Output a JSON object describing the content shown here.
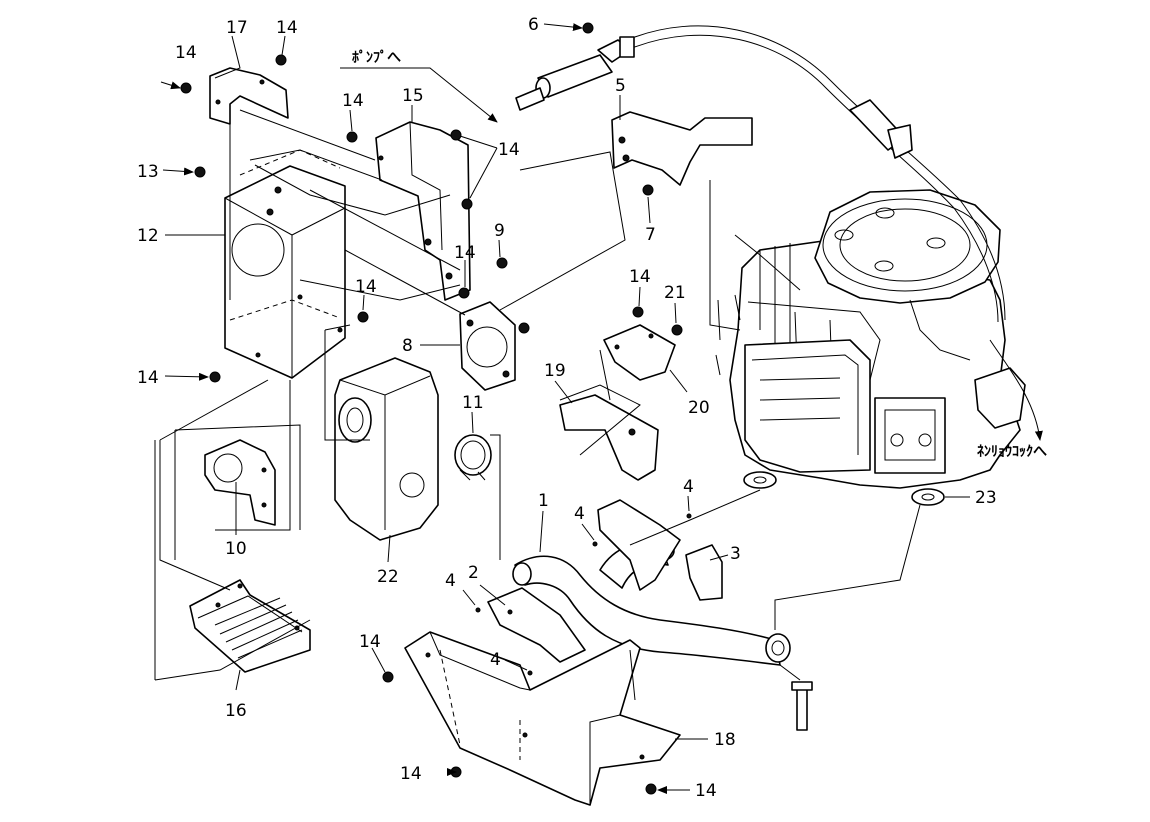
{
  "callouts": [
    {
      "id": "c14a",
      "text": "14",
      "arrow": "right"
    },
    {
      "id": "c17",
      "text": "17"
    },
    {
      "id": "c14b",
      "text": "14"
    },
    {
      "id": "c13",
      "text": "13",
      "arrow": "right"
    },
    {
      "id": "c12",
      "text": "12"
    },
    {
      "id": "c14c",
      "text": "14",
      "arrow": "right"
    },
    {
      "id": "c14d",
      "text": "14"
    },
    {
      "id": "c15",
      "text": "15"
    },
    {
      "id": "c14e",
      "text": "14"
    },
    {
      "id": "c14f",
      "text": "14"
    },
    {
      "id": "c9",
      "text": "9"
    },
    {
      "id": "c14g",
      "text": "14"
    },
    {
      "id": "c8",
      "text": "8"
    },
    {
      "id": "c11",
      "text": "11"
    },
    {
      "id": "c10",
      "text": "10"
    },
    {
      "id": "c22",
      "text": "22"
    },
    {
      "id": "c16",
      "text": "16"
    },
    {
      "id": "c6",
      "text": "6",
      "arrow": "right"
    },
    {
      "id": "c5",
      "text": "5"
    },
    {
      "id": "c7",
      "text": "7"
    },
    {
      "id": "c14h",
      "text": "14"
    },
    {
      "id": "c21",
      "text": "21"
    },
    {
      "id": "c19",
      "text": "19"
    },
    {
      "id": "c20",
      "text": "20"
    },
    {
      "id": "c1",
      "text": "1"
    },
    {
      "id": "c4a",
      "text": "4"
    },
    {
      "id": "c4b",
      "text": "4"
    },
    {
      "id": "c3",
      "text": "3"
    },
    {
      "id": "c4c",
      "text": "4"
    },
    {
      "id": "c2",
      "text": "2"
    },
    {
      "id": "c4d",
      "text": "4"
    },
    {
      "id": "c14i",
      "text": "14"
    },
    {
      "id": "c18",
      "text": "18"
    },
    {
      "id": "c14j",
      "text": "14",
      "arrow": "right"
    },
    {
      "id": "c14k",
      "text": "14",
      "arrow": "left"
    },
    {
      "id": "c23",
      "text": "23"
    }
  ],
  "notes": {
    "to_pump": "ﾎﾟﾝﾌﾟへ",
    "to_fuel_cock": "ﾈﾝﾘｮｳｺｯｸへ"
  }
}
